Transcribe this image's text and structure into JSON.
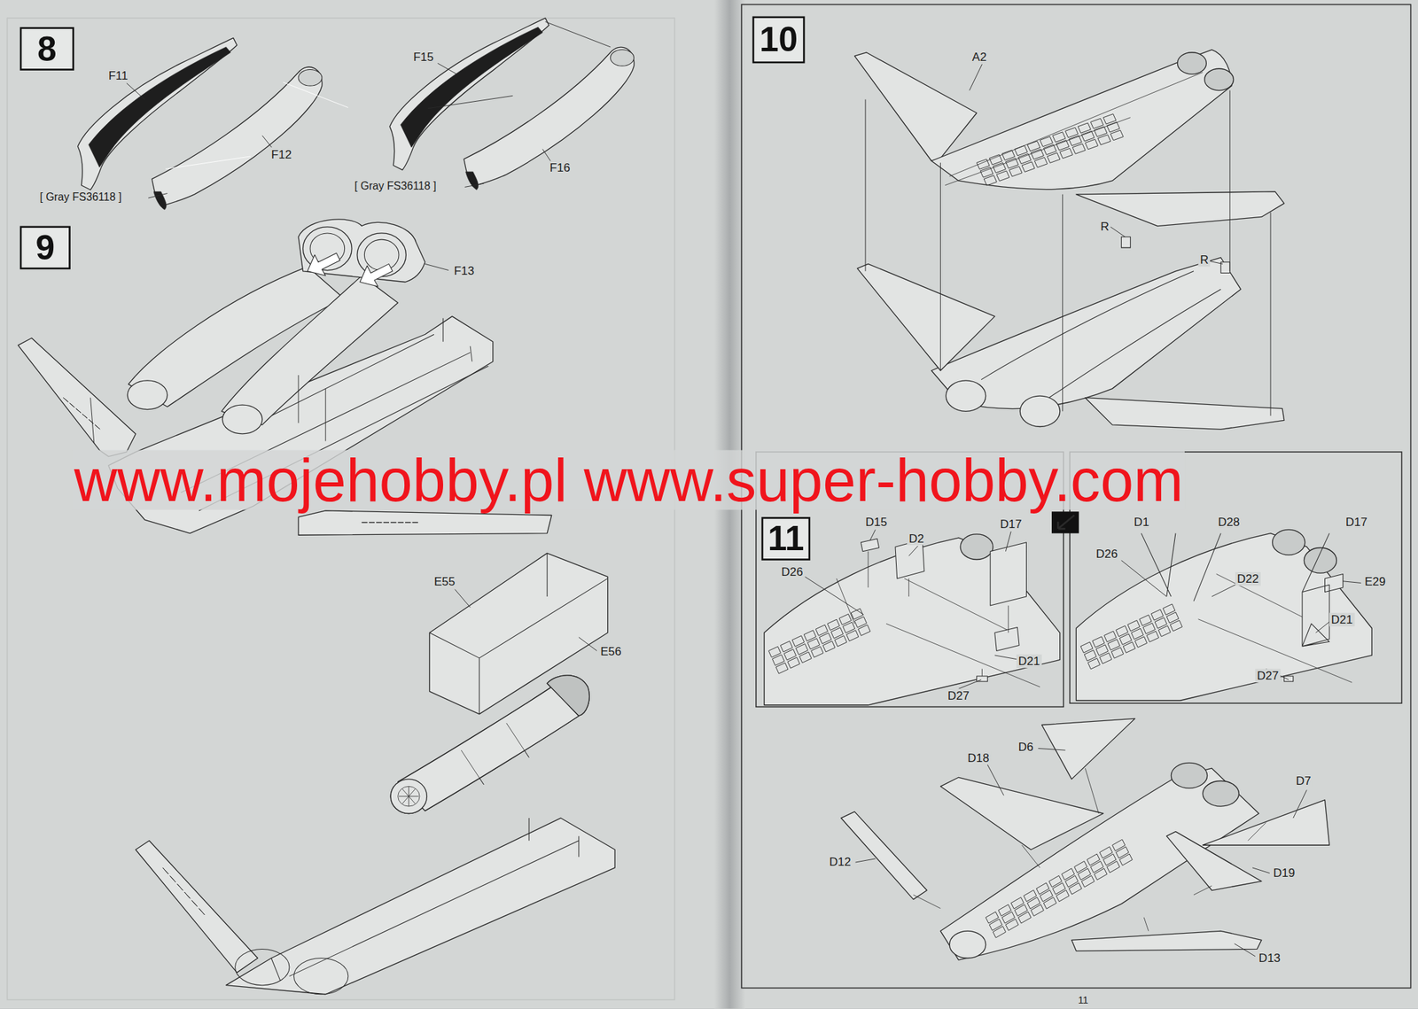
{
  "diagram": {
    "nodes": [
      {
        "text": [
          "8"
        ]
      },
      {
        "text": [
          "9"
        ]
      },
      {
        "text": [
          "10"
        ]
      },
      {
        "text": [
          "11"
        ]
      }
    ],
    "labels": [
      "F11",
      "F12",
      "[ Gray FS36118 ]",
      "F15",
      "F16",
      "[ Gray FS36118 ]",
      "F13",
      "E55",
      "E56",
      "www.mojehobby.pl www.super-hobby.com",
      "A2",
      "R",
      "R",
      "D15",
      "D2",
      "D17",
      "D26",
      "D21",
      "D27",
      "D1",
      "D28",
      "D17",
      "D26",
      "D22",
      "E29",
      "D21",
      "D27",
      "D6",
      "D18",
      "D7",
      "D12",
      "D19",
      "D13",
      "11"
    ]
  }
}
